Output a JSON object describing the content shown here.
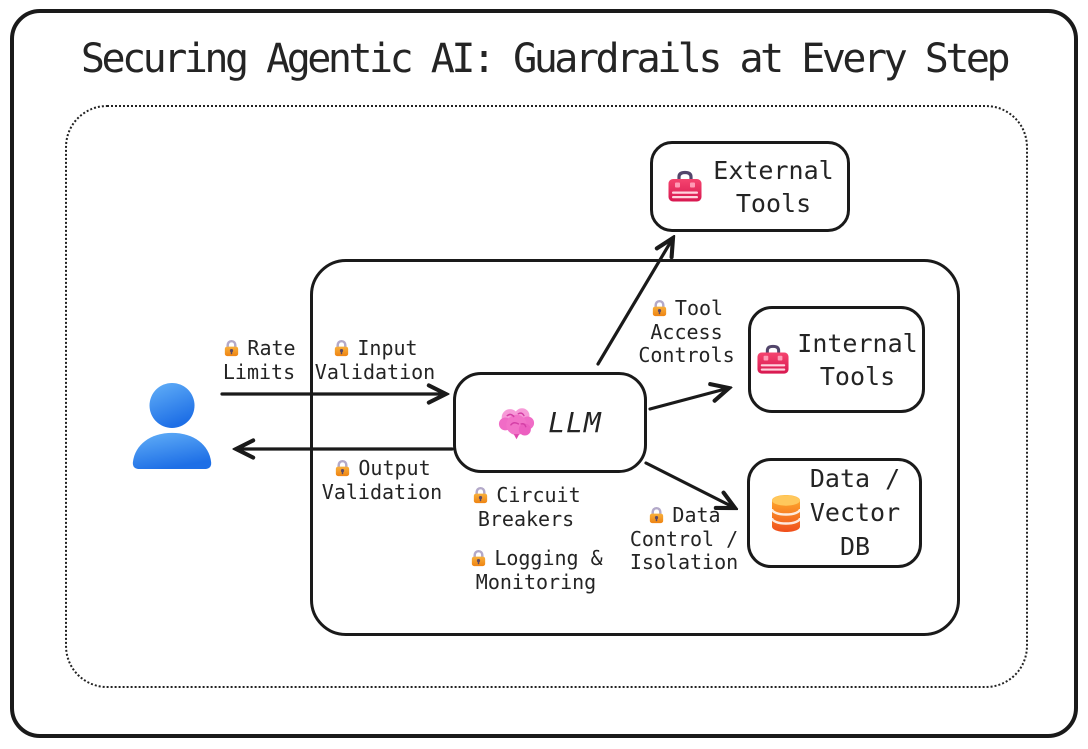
{
  "title": "Securing Agentic AI: Guardrails at Every Step",
  "nodes": {
    "user": {
      "icon": "user-icon"
    },
    "llm": {
      "icon": "brain-icon",
      "label": "LLM"
    },
    "external_tools": {
      "icon": "toolbox-icon",
      "lines": [
        "External",
        "Tools"
      ]
    },
    "internal_tools": {
      "icon": "toolbox-icon",
      "lines": [
        "Internal",
        "Tools"
      ]
    },
    "data_db": {
      "icon": "database-icon",
      "lines": [
        "Data /",
        "Vector",
        "DB"
      ]
    }
  },
  "guardrails": [
    {
      "id": "rate-limits",
      "icon": "lock-icon",
      "lines": [
        "Rate",
        "Limits"
      ]
    },
    {
      "id": "input-validation",
      "icon": "lock-icon",
      "lines": [
        "Input",
        "Validation"
      ]
    },
    {
      "id": "output-validation",
      "icon": "lock-icon",
      "lines": [
        "Output",
        "Validation"
      ]
    },
    {
      "id": "circuit-breakers",
      "icon": "lock-icon",
      "lines": [
        "Circuit",
        "Breakers"
      ]
    },
    {
      "id": "logging-monitoring",
      "icon": "lock-icon",
      "lines": [
        "Logging &",
        "Monitoring"
      ]
    },
    {
      "id": "tool-access-controls",
      "icon": "lock-icon",
      "lines": [
        "Tool",
        "Access",
        "Controls"
      ]
    },
    {
      "id": "data-control-isolation",
      "icon": "lock-icon",
      "lines": [
        "Data",
        "Control /",
        "Isolation"
      ]
    }
  ],
  "colors": {
    "ink": "#1a1a1a",
    "user_blue_top": "#63b0f8",
    "user_blue_bottom": "#1e6fe6",
    "lock_orange_top": "#f8b03c",
    "lock_orange_bottom": "#ef8413",
    "toolbox_red_top": "#f5446f",
    "toolbox_red_bottom": "#d81850",
    "brain_pink": "#f273c8",
    "db_orange_top": "#ffb42e",
    "db_orange_bottom": "#f04e1c"
  }
}
